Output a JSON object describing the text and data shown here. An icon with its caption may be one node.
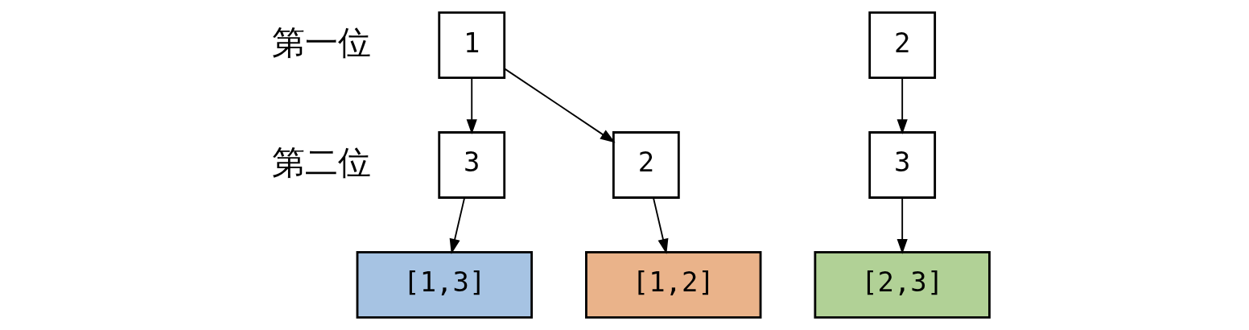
{
  "diagram": {
    "nodes": [
      {
        "text": [
          "1"
        ]
      },
      {
        "text": [
          "2"
        ]
      },
      {
        "text": [
          "3"
        ]
      },
      {
        "text": [
          "[1,2]"
        ]
      },
      {
        "text": [
          "[1,3]"
        ]
      },
      {
        "text": [
          "2"
        ]
      },
      {
        "text": [
          "3"
        ]
      },
      {
        "text": [
          "[2,3]"
        ]
      }
    ],
    "edges": [
      {
        "from": 0,
        "to": 1,
        "arrow": "to"
      },
      {
        "from": 0,
        "to": 2,
        "arrow": "to"
      },
      {
        "from": 5,
        "to": 6,
        "arrow": "to"
      },
      {
        "from": 1,
        "to": 3,
        "arrow": "to"
      },
      {
        "from": 2,
        "to": 4,
        "arrow": "to"
      },
      {
        "from": 6,
        "to": 7,
        "arrow": "to"
      }
    ],
    "labels": [
      "第一位",
      "第二位"
    ]
  }
}
